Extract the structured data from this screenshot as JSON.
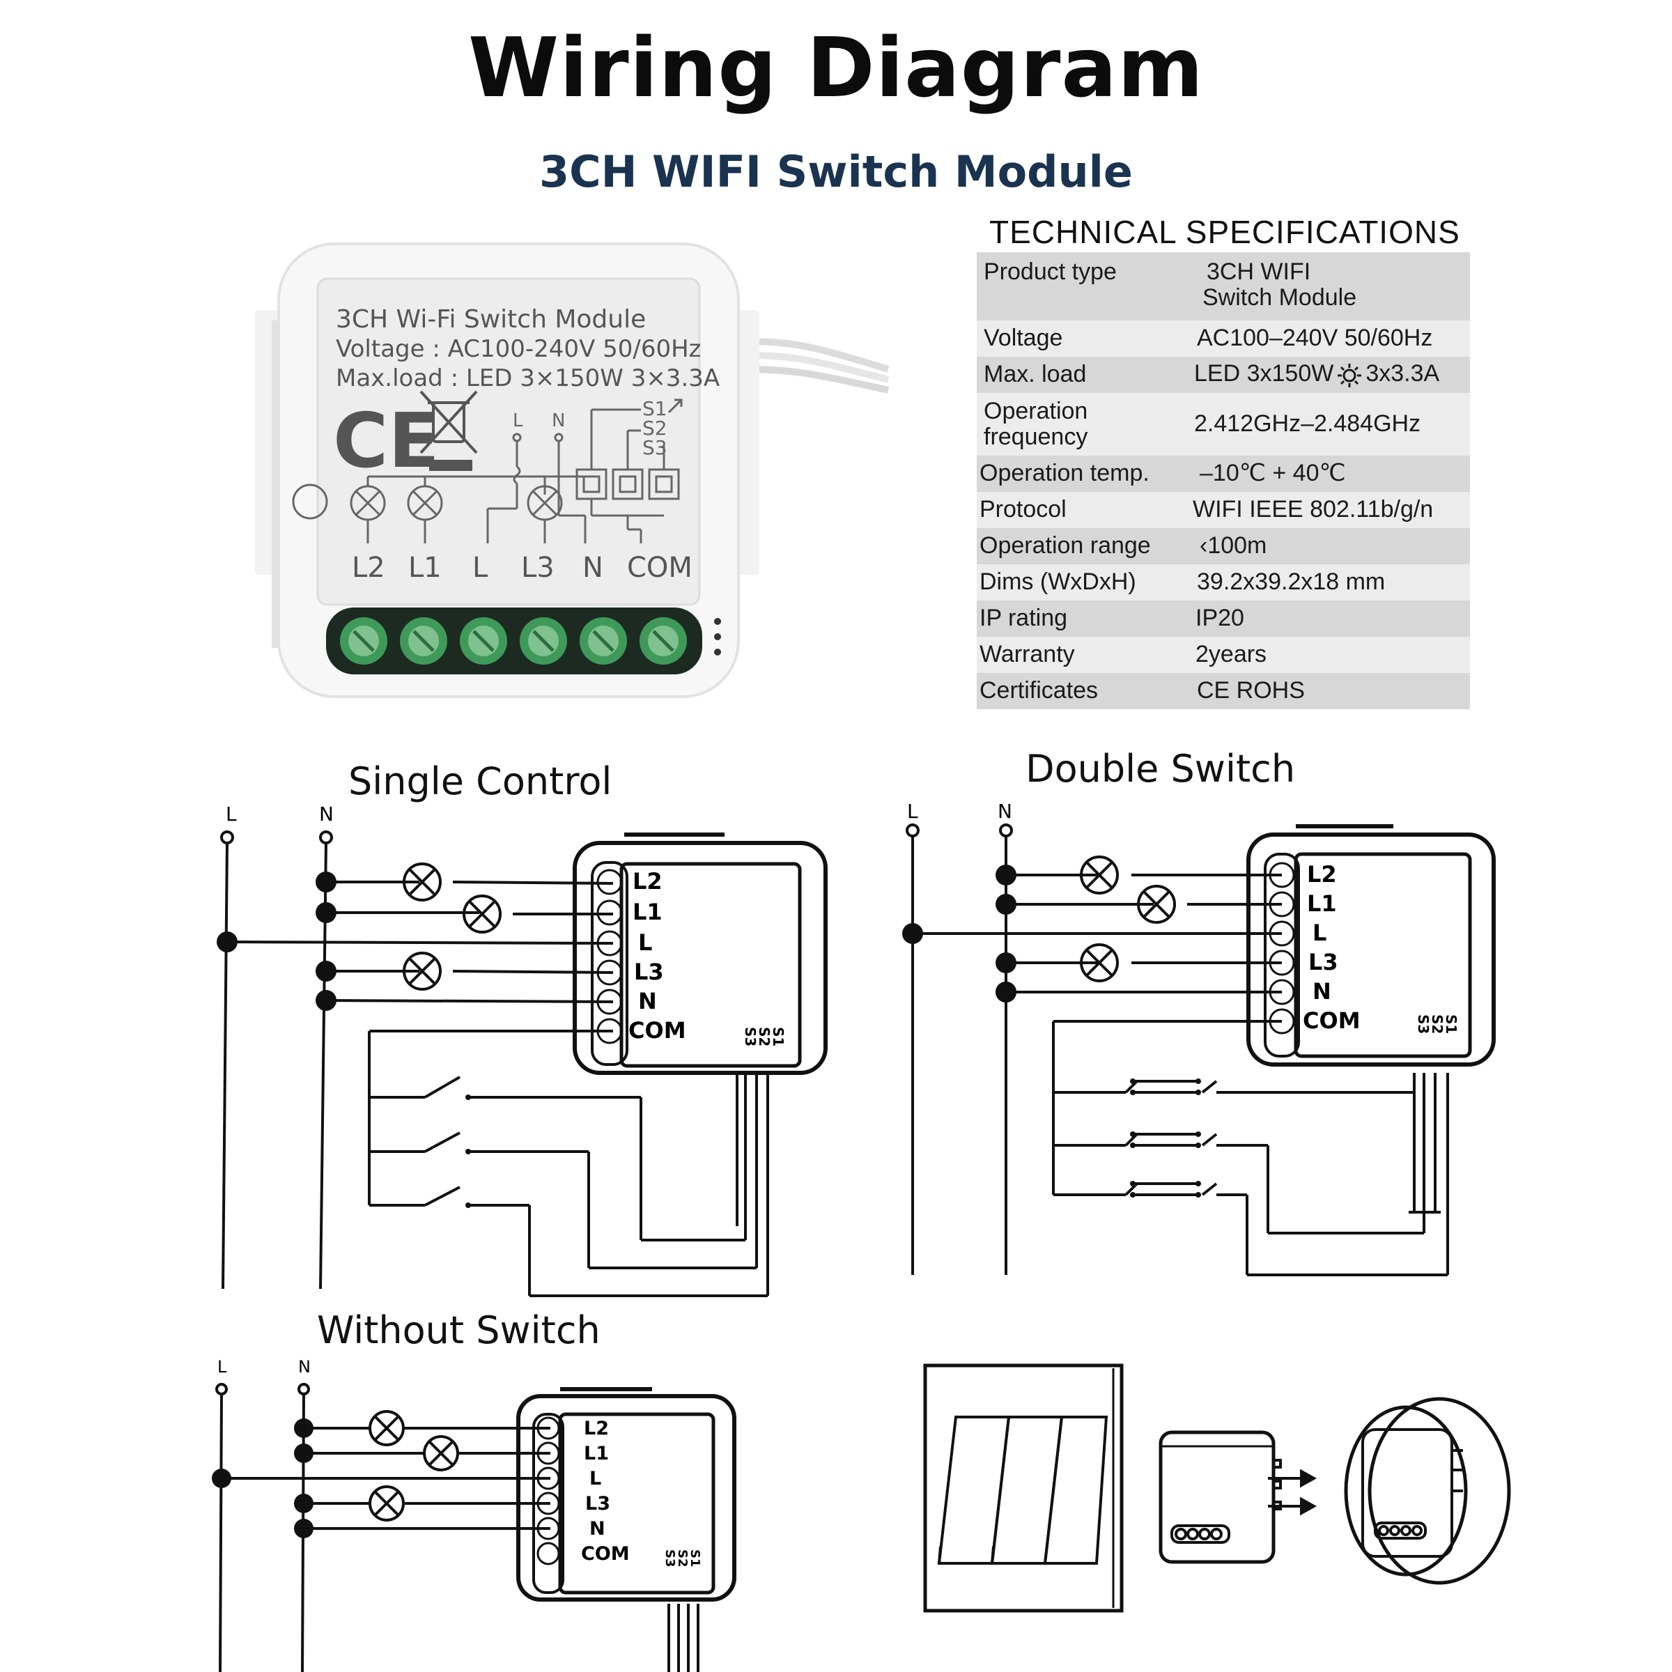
{
  "title": "Wiring Diagram",
  "subtitle": "3CH WIFI Switch Module",
  "device_label": {
    "line1": "3CH Wi-Fi Switch Module",
    "line2": "Voltage : AC100-240V 50/60Hz",
    "line3": "Max.load : LED 3×150W 3×3.3A",
    "ce_mark": "CE",
    "schematic_L": "L",
    "schematic_N": "N",
    "s1": "S1",
    "s2": "S2",
    "s3": "S3",
    "terminals": [
      "L2",
      "L1",
      "L",
      "L3",
      "N",
      "COM"
    ]
  },
  "specs": {
    "heading": "TECHNICAL SPECIFICATIONS",
    "rows": [
      {
        "label": "Product type",
        "value_line1": "3CH WIFI",
        "value_line2": "Switch Module"
      },
      {
        "label": "Voltage",
        "value": "AC100–240V 50/60Hz"
      },
      {
        "label": "Max. load",
        "value_a": "LED 3x150W",
        "value_b": "3x3.3A",
        "icon": "sun-icon"
      },
      {
        "label_line1": "Operation",
        "label_line2": "frequency",
        "value": "2.412GHz–2.484GHz"
      },
      {
        "label": "Operation temp.",
        "value": "–10℃ + 40℃"
      },
      {
        "label": "Protocol",
        "value": "WIFI  IEEE 802.11b/g/n"
      },
      {
        "label": "Operation range",
        "value": "‹100m"
      },
      {
        "label": "Dims (WxDxH)",
        "value": "39.2x39.2x18 mm"
      },
      {
        "label": "IP rating",
        "value": "IP20"
      },
      {
        "label": "Warranty",
        "value": "2years"
      },
      {
        "label": "Certificates",
        "value": "CE ROHS"
      }
    ]
  },
  "diagrams": {
    "single": {
      "title": "Single Control",
      "L": "L",
      "N": "N",
      "terminals": [
        "L2",
        "L1",
        "L",
        "L3",
        "N",
        "COM"
      ],
      "switch_inputs": [
        "S3",
        "S2",
        "S1"
      ]
    },
    "double": {
      "title": "Double Switch",
      "L": "L",
      "N": "N",
      "terminals": [
        "L2",
        "L1",
        "L",
        "L3",
        "N",
        "COM"
      ],
      "switch_inputs": [
        "S3",
        "S2",
        "S1"
      ]
    },
    "without": {
      "title": "Without Switch",
      "L": "L",
      "N": "N",
      "terminals": [
        "L2",
        "L1",
        "L",
        "L3",
        "N",
        "COM"
      ],
      "switch_inputs": [
        "S3",
        "S2",
        "S1"
      ]
    }
  }
}
